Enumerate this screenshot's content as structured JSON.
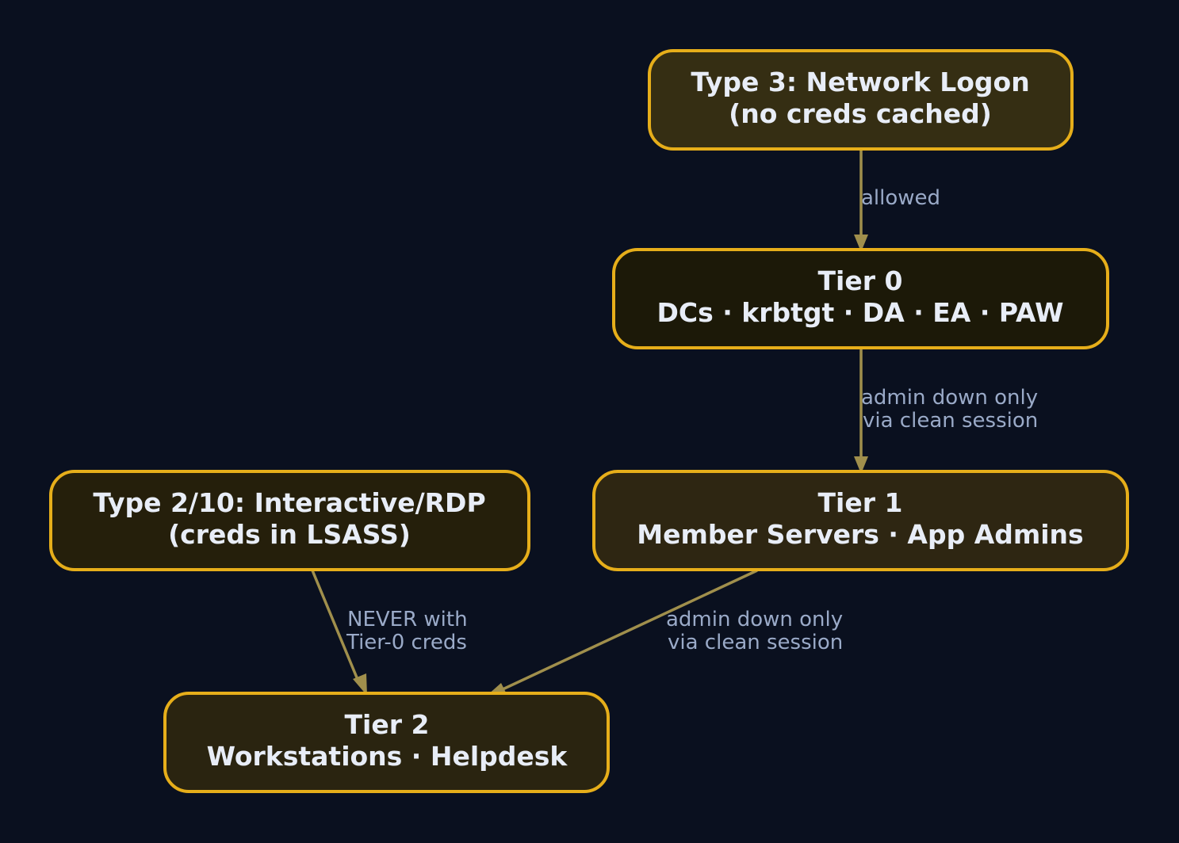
{
  "colors": {
    "background": "#0a101f",
    "node_border": "#e6ae1a",
    "node_text": "#e8edf7",
    "edge": "#a08f4c",
    "edge_label": "#9aaac8"
  },
  "nodes": {
    "type3": {
      "line1": "Type 3: Network Logon",
      "line2": "(no creds cached)",
      "fill": "#352e13"
    },
    "tier0": {
      "line1": "Tier 0",
      "line2": "DCs · krbtgt · DA · EA · PAW",
      "fill": "#1c1908"
    },
    "type210": {
      "line1": "Type 2/10: Interactive/RDP",
      "line2": "(creds in LSASS)",
      "fill": "#251f0b"
    },
    "tier1": {
      "line1": "Tier 1",
      "line2": "Member Servers · App Admins",
      "fill": "#2e2612"
    },
    "tier2": {
      "line1": "Tier 2",
      "line2": "Workstations · Helpdesk",
      "fill": "#2a2410"
    }
  },
  "edges": {
    "type3_to_tier0": {
      "line1": "allowed"
    },
    "tier0_to_tier1": {
      "line1": "admin down only",
      "line2": "via clean session"
    },
    "type210_to_tier2": {
      "line1": "NEVER with",
      "line2": "Tier-0 creds"
    },
    "tier1_to_tier2": {
      "line1": "admin down only",
      "line2": "via clean session"
    }
  }
}
